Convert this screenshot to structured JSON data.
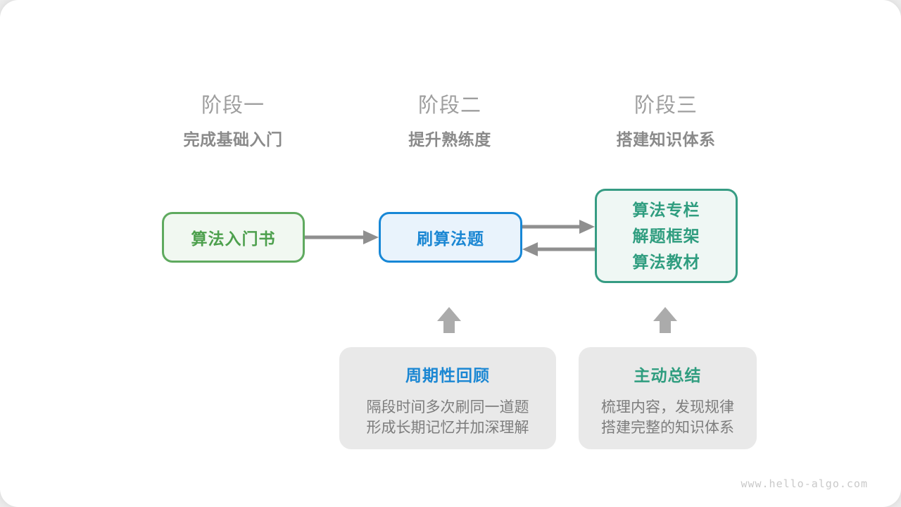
{
  "page": {
    "watermark": "www.hello-algo.com"
  },
  "phases": [
    {
      "title": "阶段一",
      "subtitle": "完成基础入门"
    },
    {
      "title": "阶段二",
      "subtitle": "提升熟练度"
    },
    {
      "title": "阶段三",
      "subtitle": "搭建知识体系"
    }
  ],
  "nodes": {
    "intro_book": {
      "label": "算法入门书"
    },
    "practice": {
      "label": "刷算法题"
    },
    "resources": {
      "lines": [
        "算法专栏",
        "解题框架",
        "算法教材"
      ]
    }
  },
  "callouts": [
    {
      "title": "周期性回顾",
      "lines": [
        "隔段时间多次刷同一道题",
        "形成长期记忆并加深理解"
      ],
      "title_color": "#1b87d3"
    },
    {
      "title": "主动总结",
      "lines": [
        "梳理内容，发现规律",
        "搭建完整的知识体系"
      ],
      "title_color": "#2f9d7f"
    }
  ],
  "colors": {
    "node_green_border": "#5faa5f",
    "node_green_text": "#4da04d",
    "node_blue_border": "#1787d6",
    "node_blue_text": "#1b87d3",
    "node_teal_border": "#369c83",
    "node_teal_text": "#2f9d7f",
    "arrow_gray": "#8f8f8f",
    "block_arrow_gray": "#ababab",
    "callout_bg": "#e9e9e9",
    "body_text_gray": "#7d7d7d",
    "phase_title_gray": "#9e9e9e",
    "phase_subtitle_gray": "#8a8a8a",
    "watermark_gray": "#c9c9c9"
  }
}
